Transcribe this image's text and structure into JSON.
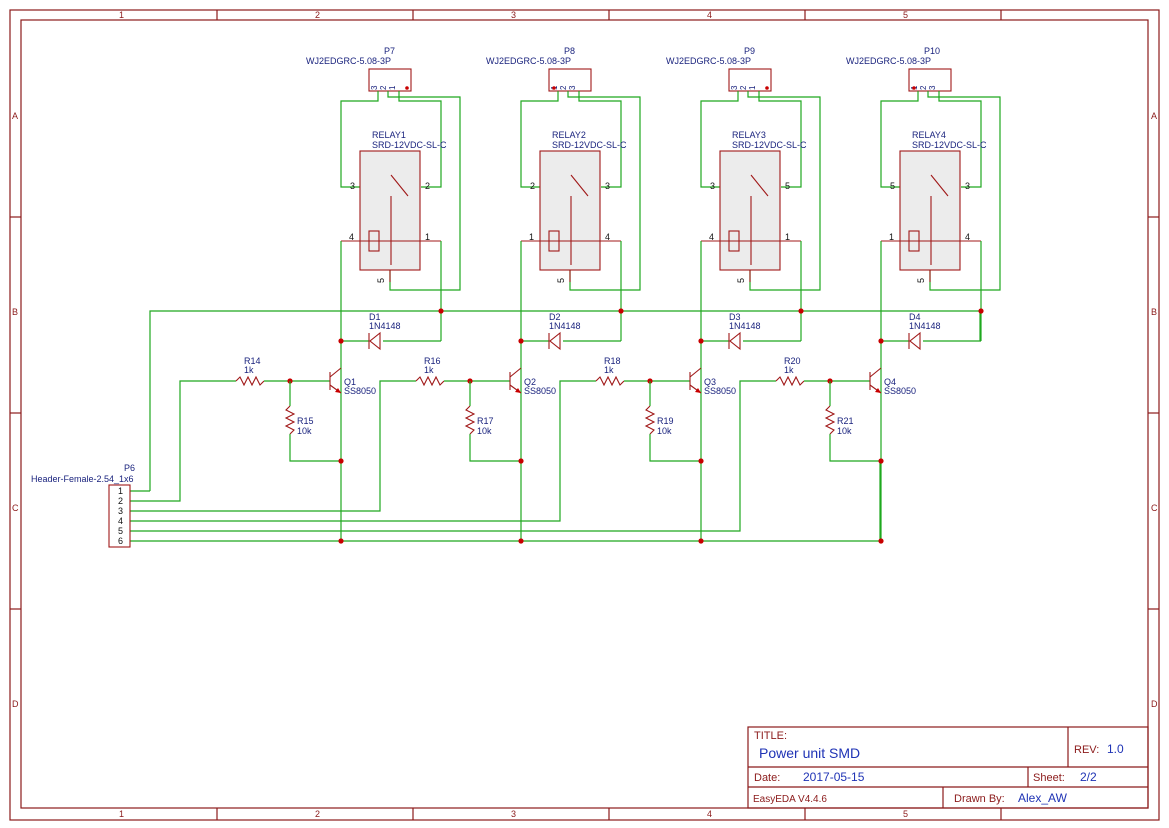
{
  "zones": {
    "columns": [
      "1",
      "2",
      "3",
      "4",
      "5"
    ],
    "rows": [
      "A",
      "B",
      "C",
      "D"
    ]
  },
  "title_block": {
    "title_label": "TITLE:",
    "title": "Power unit SMD",
    "rev_label": "REV:",
    "rev": "1.0",
    "date_label": "Date:",
    "date": "2017-05-15",
    "sheet_label": "Sheet:",
    "sheet": "2/2",
    "software": "EasyEDA V4.4.6",
    "drawn_by_label": "Drawn By:",
    "drawn_by": "Alex_AW"
  },
  "connectors": [
    {
      "ref": "P7",
      "value": "WJ2EDGRC-5.08-3P",
      "pins": [
        "3",
        "2",
        "1"
      ]
    },
    {
      "ref": "P8",
      "value": "WJ2EDGRC-5.08-3P",
      "pins": [
        "1",
        "2",
        "3"
      ]
    },
    {
      "ref": "P9",
      "value": "WJ2EDGRC-5.08-3P",
      "pins": [
        "3",
        "2",
        "1"
      ]
    },
    {
      "ref": "P10",
      "value": "WJ2EDGRC-5.08-3P",
      "pins": [
        "1",
        "2",
        "3"
      ]
    }
  ],
  "relays": [
    {
      "ref": "RELAY1",
      "value": "SRD-12VDC-SL-C",
      "pins": {
        "tl": "3",
        "tr": "2",
        "bl": "4",
        "br": "1",
        "bottom": "5"
      }
    },
    {
      "ref": "RELAY2",
      "value": "SRD-12VDC-SL-C",
      "pins": {
        "tl": "2",
        "tr": "3",
        "bl": "1",
        "br": "4",
        "bottom": "5"
      }
    },
    {
      "ref": "RELAY3",
      "value": "SRD-12VDC-SL-C",
      "pins": {
        "tl": "3",
        "tr": "5",
        "bl": "4",
        "br": "1",
        "bottom": "5"
      }
    },
    {
      "ref": "RELAY4",
      "value": "SRD-12VDC-SL-C",
      "pins": {
        "tl": "5",
        "tr": "3",
        "bl": "1",
        "br": "4",
        "bottom": "5"
      }
    }
  ],
  "diodes": [
    {
      "ref": "D1",
      "value": "1N4148"
    },
    {
      "ref": "D2",
      "value": "1N4148"
    },
    {
      "ref": "D3",
      "value": "1N4148"
    },
    {
      "ref": "D4",
      "value": "1N4148"
    }
  ],
  "transistors": [
    {
      "ref": "Q1",
      "value": "SS8050"
    },
    {
      "ref": "Q2",
      "value": "SS8050"
    },
    {
      "ref": "Q3",
      "value": "SS8050"
    },
    {
      "ref": "Q4",
      "value": "SS8050"
    }
  ],
  "base_resistors": [
    {
      "ref": "R14",
      "value": "1k"
    },
    {
      "ref": "R16",
      "value": "1k"
    },
    {
      "ref": "R18",
      "value": "1k"
    },
    {
      "ref": "R20",
      "value": "1k"
    }
  ],
  "pulldown_resistors": [
    {
      "ref": "R15",
      "value": "10k"
    },
    {
      "ref": "R17",
      "value": "10k"
    },
    {
      "ref": "R19",
      "value": "10k"
    },
    {
      "ref": "R21",
      "value": "10k"
    }
  ],
  "header": {
    "ref": "P6",
    "value": "Header-Female-2.54_1x6",
    "pins": [
      "1",
      "2",
      "3",
      "4",
      "5",
      "6"
    ]
  }
}
